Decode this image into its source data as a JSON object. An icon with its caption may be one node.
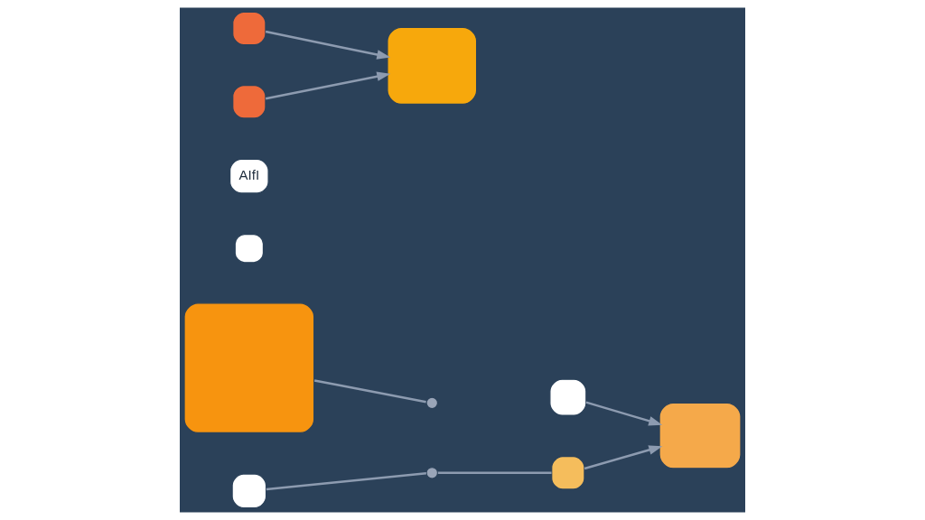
{
  "diagram": {
    "nodes": [
      {
        "text": [],
        "shape": "box"
      },
      {
        "text": [],
        "shape": "box"
      },
      {
        "text": [],
        "shape": "box"
      },
      {
        "text": [],
        "shape": "circle"
      },
      {
        "text": [],
        "shape": "circle"
      },
      {
        "text": [
          "AIfI"
        ]
      },
      {
        "text": [],
        "shape": "box"
      },
      {
        "text": [],
        "shape": "box"
      },
      {
        "text": [],
        "shape": "box"
      },
      {
        "text": [],
        "shape": "box"
      },
      {
        "text": [],
        "shape": "box"
      },
      {
        "text": [],
        "shape": "box"
      }
    ],
    "edges": [
      {
        "from": 0,
        "to": 3,
        "arrow": "none"
      },
      {
        "from": 2,
        "to": 4,
        "arrow": "none"
      },
      {
        "from": 4,
        "to": 9,
        "arrow": "none"
      },
      {
        "from": 6,
        "to": 7,
        "arrow": "to"
      },
      {
        "from": 8,
        "to": 7,
        "arrow": "to"
      },
      {
        "from": 9,
        "to": 10,
        "arrow": "to"
      },
      {
        "from": 11,
        "to": 10,
        "arrow": "to"
      }
    ]
  }
}
